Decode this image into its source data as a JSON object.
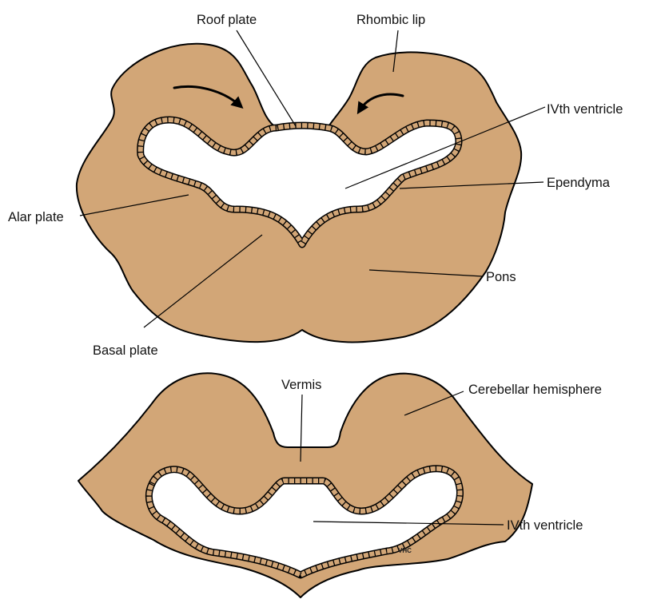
{
  "labels": {
    "roof_plate": "Roof plate",
    "rhombic_lip": "Rhombic lip",
    "ivth_ventricle_upper": "IVth ventricle",
    "ependyma": "Ependyma",
    "alar_plate": "Alar plate",
    "pons": "Pons",
    "basal_plate": "Basal plate",
    "vermis": "Vermis",
    "cerebellar_hemisphere": "Cerebellar hemisphere",
    "ivth_ventricle_lower": "IVth ventricle"
  },
  "signature": "VHC",
  "colors": {
    "tissue": "#D2A677",
    "outline": "#000000",
    "background": "#ffffff"
  }
}
